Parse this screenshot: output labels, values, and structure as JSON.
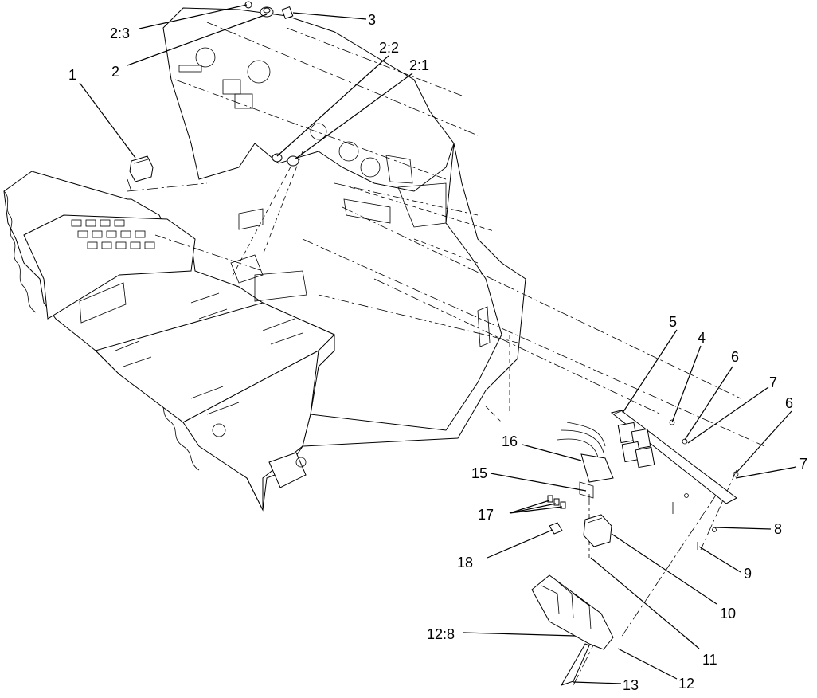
{
  "diagram": {
    "callouts": [
      {
        "id": "c1",
        "label": "1"
      },
      {
        "id": "c2",
        "label": "2"
      },
      {
        "id": "c2_3",
        "label": "2:3"
      },
      {
        "id": "c3",
        "label": "3"
      },
      {
        "id": "c2_2",
        "label": "2:2"
      },
      {
        "id": "c2_1",
        "label": "2:1"
      },
      {
        "id": "c4",
        "label": "4"
      },
      {
        "id": "c5",
        "label": "5"
      },
      {
        "id": "c6a",
        "label": "6"
      },
      {
        "id": "c7a",
        "label": "7"
      },
      {
        "id": "c6b",
        "label": "6"
      },
      {
        "id": "c7b",
        "label": "7"
      },
      {
        "id": "c8",
        "label": "8"
      },
      {
        "id": "c9",
        "label": "9"
      },
      {
        "id": "c10",
        "label": "10"
      },
      {
        "id": "c11",
        "label": "11"
      },
      {
        "id": "c12",
        "label": "12"
      },
      {
        "id": "c12_8",
        "label": "12:8"
      },
      {
        "id": "c13",
        "label": "13"
      },
      {
        "id": "c15",
        "label": "15"
      },
      {
        "id": "c16",
        "label": "16"
      },
      {
        "id": "c17",
        "label": "17"
      },
      {
        "id": "c18",
        "label": "18"
      }
    ]
  }
}
